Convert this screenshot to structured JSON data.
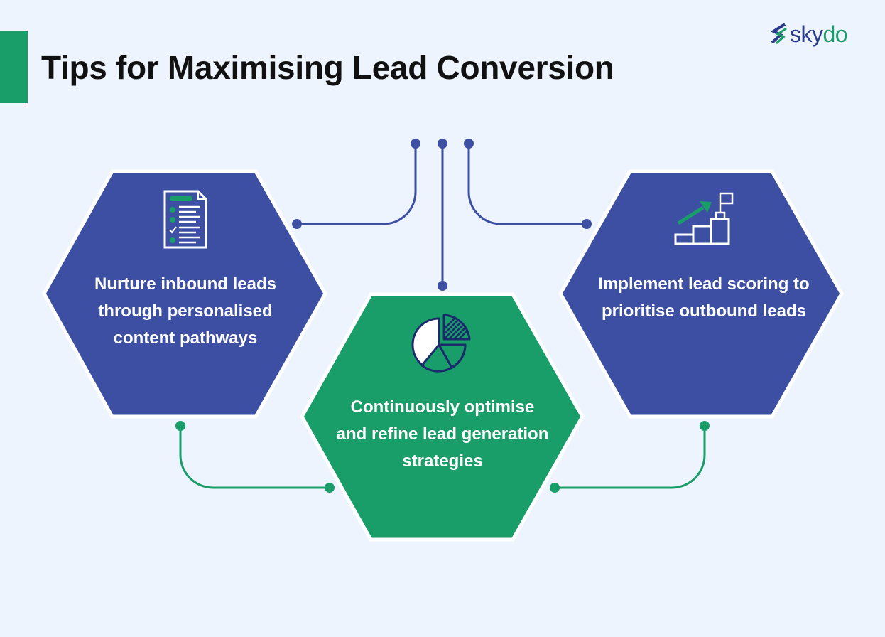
{
  "title": "Tips for Maximising Lead Conversion",
  "logo": {
    "part1": "sky",
    "part2": "do"
  },
  "colors": {
    "background": "#eef4fd",
    "navy": "#3c4fa3",
    "green": "#1a9e69",
    "dark_icon": "#1a2a6c"
  },
  "tips": [
    {
      "text": "Nurture inbound leads through personalised content pathways",
      "icon": "checklist-icon"
    },
    {
      "text": "Continuously optimise and refine lead generation strategies",
      "icon": "pie-chart-icon"
    },
    {
      "text": "Implement lead scoring to prioritise outbound leads",
      "icon": "growth-steps-flag-icon"
    }
  ]
}
